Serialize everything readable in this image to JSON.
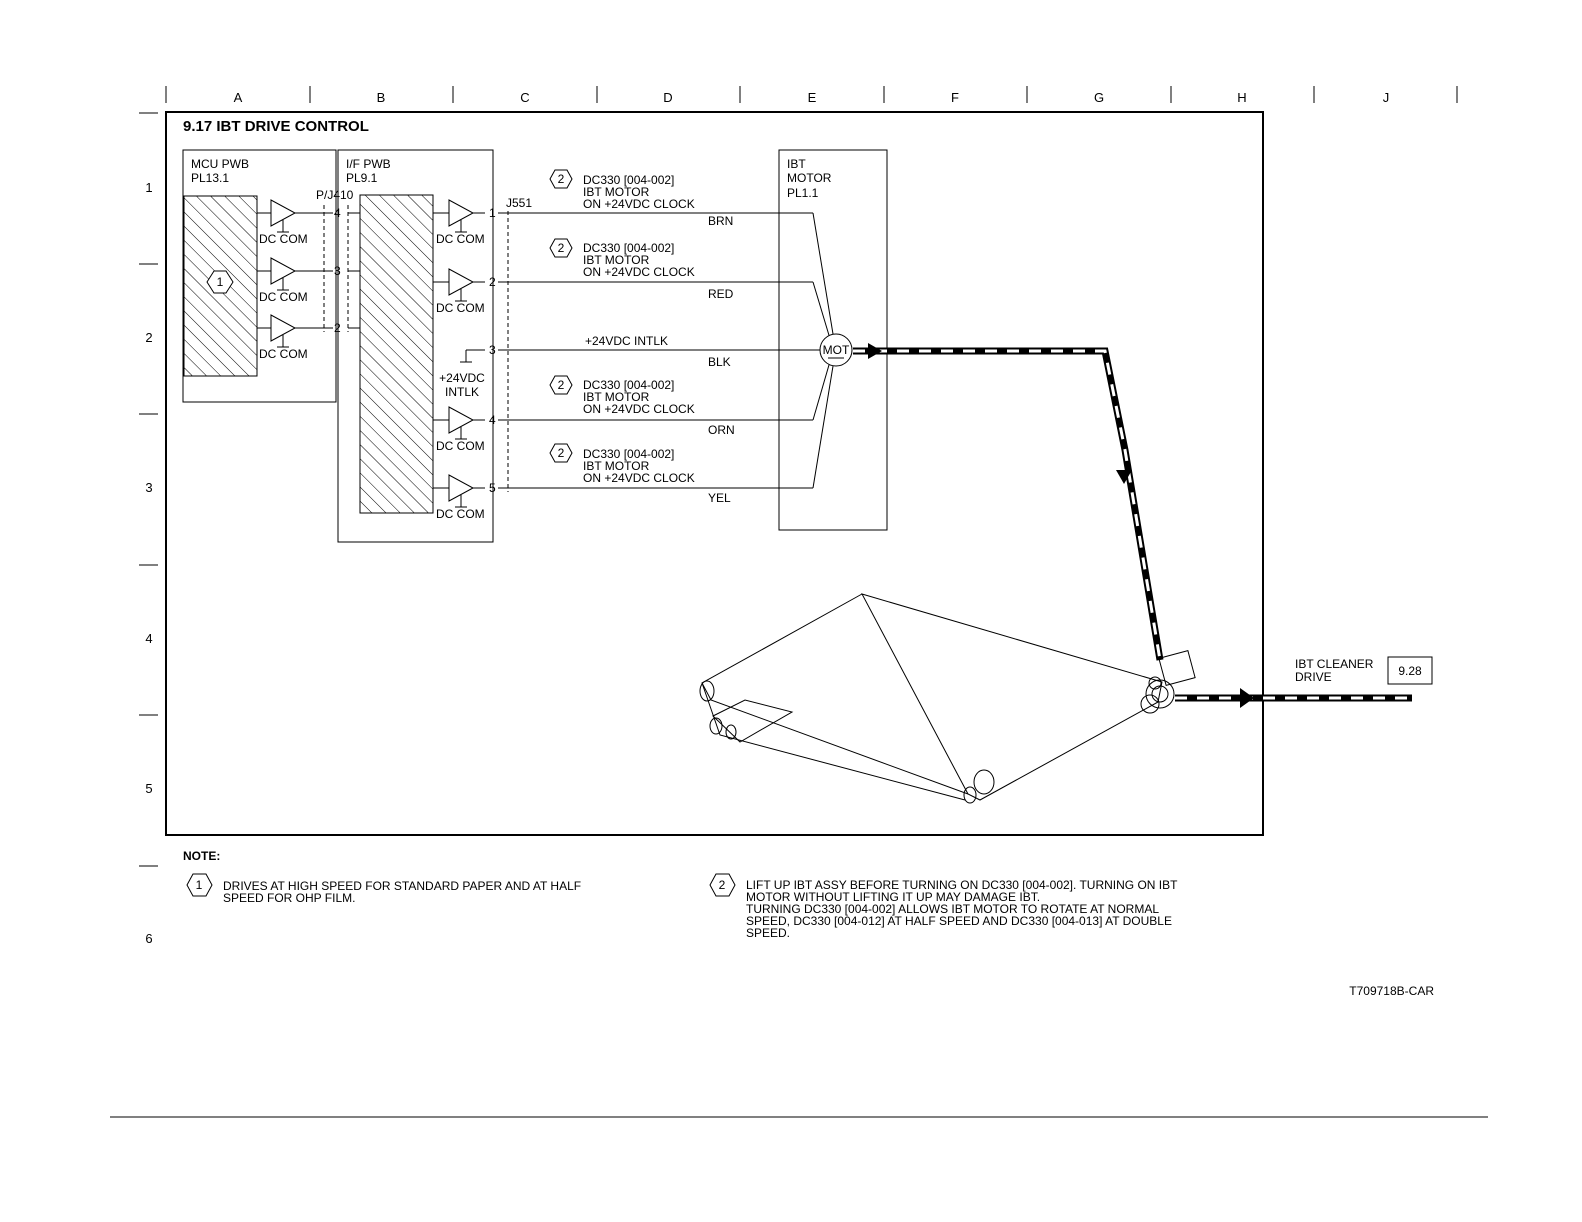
{
  "title": "9.17 IBT DRIVE CONTROL",
  "grid": {
    "columns": [
      "A",
      "B",
      "C",
      "D",
      "E",
      "F",
      "G",
      "H",
      "J"
    ],
    "rows": [
      "1",
      "2",
      "3",
      "4",
      "5",
      "6"
    ]
  },
  "boards": {
    "mcu": {
      "name": "MCU PWB",
      "ref": "PL13.1"
    },
    "if": {
      "name": "I/F PWB",
      "ref": "PL9.1"
    },
    "motor": {
      "name_1": "IBT",
      "name_2": "MOTOR",
      "ref": "PL1.1",
      "symbol": "MOT"
    }
  },
  "connectors": {
    "pj410": "P/J410",
    "j551": "J551"
  },
  "mcu_pins": [
    "4",
    "3",
    "2"
  ],
  "if_pins": [
    "1",
    "2",
    "3",
    "4",
    "5"
  ],
  "dc_com": "DC COM",
  "intlk_supply": {
    "line_1": "+24VDC",
    "line_2": "INTLK"
  },
  "note_tag_1": "1",
  "signals": [
    {
      "tag": "2",
      "line_1": "DC330 [004-002]",
      "line_2": "IBT MOTOR",
      "line_3": "ON +24VDC CLOCK",
      "wire": "BRN"
    },
    {
      "tag": "2",
      "line_1": "DC330 [004-002]",
      "line_2": "IBT MOTOR",
      "line_3": "ON +24VDC CLOCK",
      "wire": "RED"
    },
    {
      "label": "+24VDC INTLK",
      "wire": "BLK"
    },
    {
      "tag": "2",
      "line_1": "DC330 [004-002]",
      "line_2": "IBT MOTOR",
      "line_3": "ON +24VDC CLOCK",
      "wire": "ORN"
    },
    {
      "tag": "2",
      "line_1": "DC330 [004-002]",
      "line_2": "IBT MOTOR",
      "line_3": "ON +24VDC CLOCK",
      "wire": "YEL"
    }
  ],
  "output": {
    "line_1": "IBT CLEANER",
    "line_2": "DRIVE",
    "ref": "9.28"
  },
  "notes": {
    "heading": "NOTE:",
    "items": [
      {
        "tag": "1",
        "lines": [
          "DRIVES AT HIGH SPEED FOR STANDARD PAPER AND AT HALF",
          "SPEED FOR OHP FILM."
        ]
      },
      {
        "tag": "2",
        "lines": [
          "LIFT UP IBT ASSY BEFORE TURNING ON DC330 [004-002].  TURNING ON IBT",
          "MOTOR WITHOUT LIFTING IT UP MAY DAMAGE IBT.",
          "TURNING DC330 [004-002] ALLOWS IBT MOTOR TO ROTATE AT NORMAL",
          "SPEED, DC330 [004-012] AT HALF SPEED AND DC330 [004-013] AT DOUBLE",
          "SPEED."
        ]
      }
    ]
  },
  "drawing_id": "T709718B-CAR"
}
